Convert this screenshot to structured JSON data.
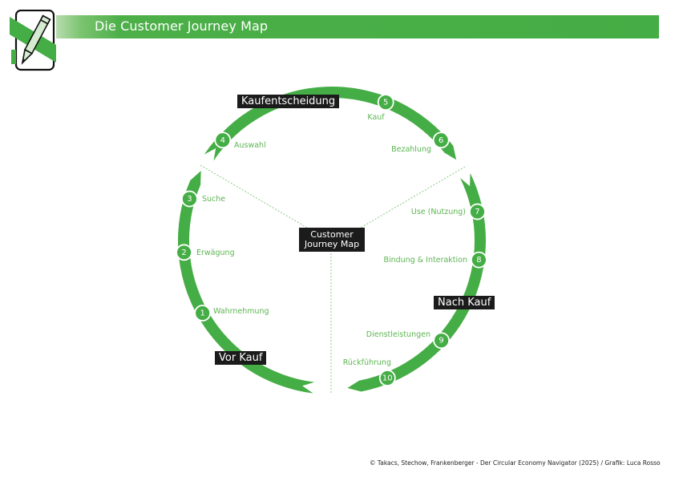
{
  "header": {
    "title": "Die Customer Journey Map",
    "logo_icon": "pencil-notepad-icon"
  },
  "colors": {
    "accent_green": "#45ad45",
    "label_green": "#5db552",
    "box_black": "#1b1b1b"
  },
  "diagram": {
    "center_label_line1": "Customer",
    "center_label_line2": "Journey Map",
    "phases": [
      {
        "id": "vor-kauf",
        "label": "Vor Kauf"
      },
      {
        "id": "kaufentscheidung",
        "label": "Kaufentscheidung"
      },
      {
        "id": "nach-kauf",
        "label": "Nach Kauf"
      }
    ],
    "steps": [
      {
        "num": "1",
        "label": "Wahrnehmung"
      },
      {
        "num": "2",
        "label": "Erwägung"
      },
      {
        "num": "3",
        "label": "Suche"
      },
      {
        "num": "4",
        "label": "Auswahl"
      },
      {
        "num": "5",
        "label": "Kauf"
      },
      {
        "num": "6",
        "label": "Bezahlung"
      },
      {
        "num": "7",
        "label": "Use (Nutzung)"
      },
      {
        "num": "8",
        "label": "Bindung & Interaktion"
      },
      {
        "num": "9",
        "label": "Dienstleistungen"
      },
      {
        "num": "10",
        "label": "Rückführung"
      }
    ]
  },
  "footer": {
    "credit": "© Takacs, Stechow, Frankenberger - Der Circular Economy Navigator (2025) / Grafik: Luca Rosso"
  }
}
